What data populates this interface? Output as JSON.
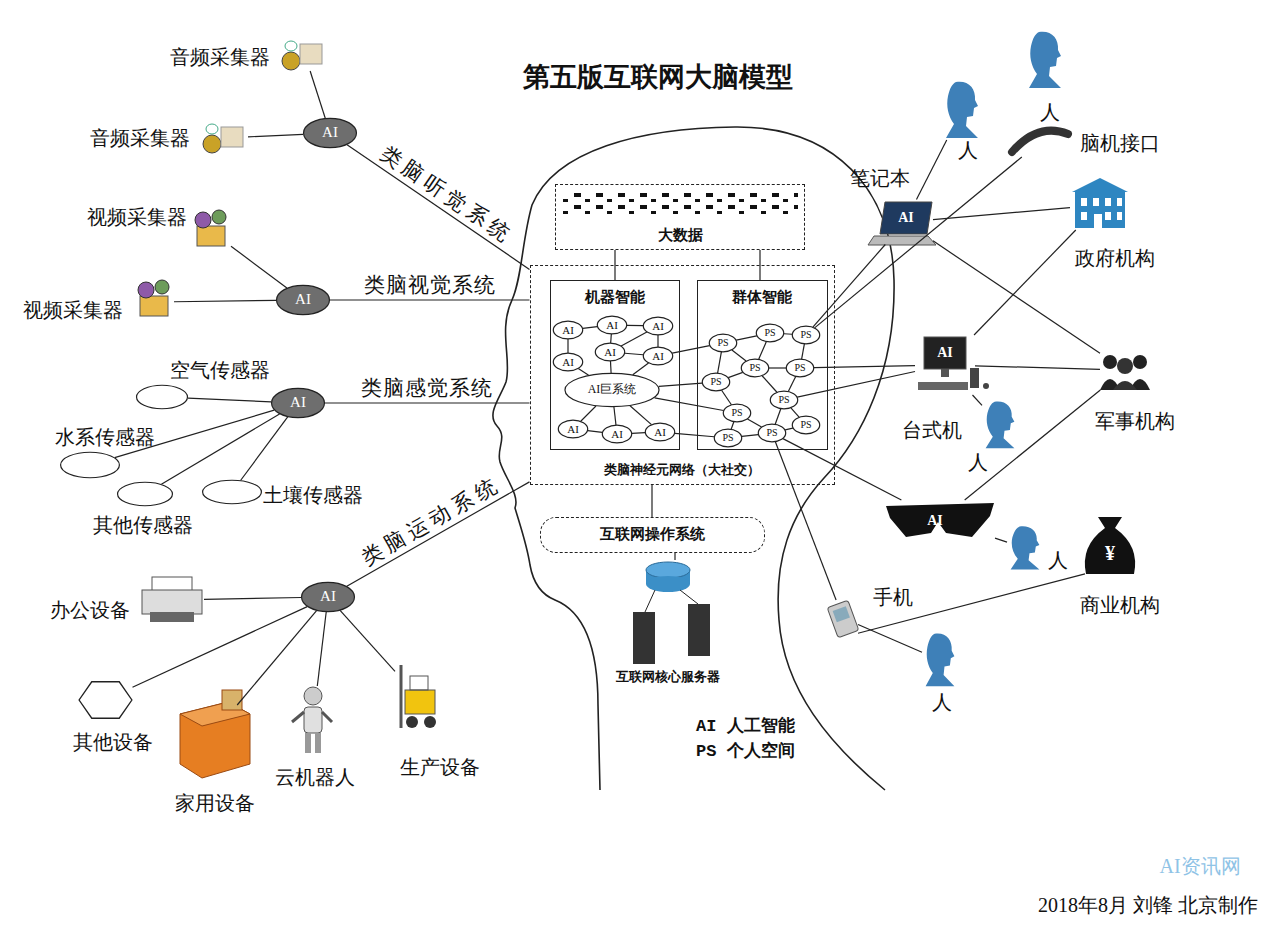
{
  "diagram": {
    "title": "第五版互联网大脑模型",
    "caption": "2018年8月 刘锋 北京制作",
    "nodes": [
      {
        "text": [
          "音频采集器"
        ]
      },
      {
        "text": [
          "音频采集器"
        ]
      },
      {
        "text": [
          "AI"
        ]
      },
      {
        "text": [
          "视频采集器"
        ]
      },
      {
        "text": [
          "视频采集器"
        ]
      },
      {
        "text": [
          "AI"
        ]
      },
      {
        "text": [
          "空气传感器"
        ]
      },
      {
        "text": [
          "水系传感器"
        ]
      },
      {
        "text": [
          "其他传感器"
        ]
      },
      {
        "text": [
          "土壤传感器"
        ]
      },
      {
        "text": [
          "AI"
        ]
      },
      {
        "text": [
          "办公设备"
        ]
      },
      {
        "text": [
          "其他设备"
        ]
      },
      {
        "text": [
          "家用设备"
        ]
      },
      {
        "text": [
          "云机器人"
        ]
      },
      {
        "text": [
          "生产设备"
        ]
      },
      {
        "text": [
          "AI"
        ]
      },
      {
        "text": [
          "大数据"
        ]
      },
      {
        "text": [
          "类脑神经元网络（大社交）"
        ]
      },
      {
        "text": [
          "机器智能"
        ],
        "in": 18
      },
      {
        "text": [
          "AI"
        ],
        "in": 19
      },
      {
        "text": [
          "AI"
        ],
        "in": 19
      },
      {
        "text": [
          "AI"
        ],
        "in": 19
      },
      {
        "text": [
          "AI"
        ],
        "in": 19
      },
      {
        "text": [
          "AI"
        ],
        "in": 19
      },
      {
        "text": [
          "AI"
        ],
        "in": 19
      },
      {
        "text": [
          "AI巨系统"
        ],
        "in": 19
      },
      {
        "text": [
          "AI"
        ],
        "in": 19
      },
      {
        "text": [
          "AI"
        ],
        "in": 19
      },
      {
        "text": [
          "AI"
        ],
        "in": 19
      },
      {
        "text": [
          "群体智能"
        ],
        "in": 18
      },
      {
        "text": [
          "PS"
        ],
        "in": 30
      },
      {
        "text": [
          "PS"
        ],
        "in": 30
      },
      {
        "text": [
          "PS"
        ],
        "in": 30
      },
      {
        "text": [
          "PS"
        ],
        "in": 30
      },
      {
        "text": [
          "PS"
        ],
        "in": 30
      },
      {
        "text": [
          "PS"
        ],
        "in": 30
      },
      {
        "text": [
          "PS"
        ],
        "in": 30
      },
      {
        "text": [
          "PS"
        ],
        "in": 30
      },
      {
        "text": [
          "PS"
        ],
        "in": 30
      },
      {
        "text": [
          "PS"
        ],
        "in": 30
      },
      {
        "text": [
          "PS"
        ],
        "in": 30
      },
      {
        "text": [
          "互联网操作系统"
        ]
      },
      {
        "text": [
          "互联网核心服务器"
        ]
      },
      {
        "text": [
          "笔记本",
          "AI"
        ]
      },
      {
        "text": [
          "人"
        ]
      },
      {
        "text": [
          "人"
        ]
      },
      {
        "text": [
          "脑机接口"
        ]
      },
      {
        "text": [
          "政府机构"
        ]
      },
      {
        "text": [
          "AI",
          "台式机"
        ]
      },
      {
        "text": [
          "人"
        ]
      },
      {
        "text": [
          "军事机构"
        ]
      },
      {
        "text": [
          "AI"
        ]
      },
      {
        "text": [
          "人"
        ]
      },
      {
        "text": [
          "¥",
          "商业机构"
        ]
      },
      {
        "text": [
          "手机"
        ]
      },
      {
        "text": [
          "人"
        ]
      }
    ],
    "edges": [
      {
        "from": 2,
        "to": 18,
        "arrow": "none",
        "label": "类脑听觉系统"
      },
      {
        "from": 5,
        "to": 18,
        "arrow": "none",
        "label": "类脑视觉系统"
      },
      {
        "from": 10,
        "to": 18,
        "arrow": "none",
        "label": "类脑感觉系统"
      },
      {
        "from": 16,
        "to": 18,
        "arrow": "none",
        "label": "类脑运动系统"
      },
      {
        "from": 17,
        "to": 19,
        "arrow": "none"
      },
      {
        "from": 17,
        "to": 30,
        "arrow": "none"
      },
      {
        "from": 18,
        "to": 42,
        "arrow": "none"
      },
      {
        "from": 42,
        "to": 43,
        "arrow": "none"
      },
      {
        "from": 55,
        "to": 54,
        "arrow": "none"
      },
      {
        "from": 0,
        "to": 2,
        "arrow": "none"
      },
      {
        "from": 1,
        "to": 2,
        "arrow": "none"
      },
      {
        "from": 3,
        "to": 5,
        "arrow": "none"
      },
      {
        "from": 4,
        "to": 5,
        "arrow": "none"
      },
      {
        "from": 6,
        "to": 10,
        "arrow": "none"
      },
      {
        "from": 7,
        "to": 10,
        "arrow": "none"
      },
      {
        "from": 8,
        "to": 10,
        "arrow": "none"
      },
      {
        "from": 9,
        "to": 10,
        "arrow": "none"
      },
      {
        "from": 11,
        "to": 16,
        "arrow": "none"
      },
      {
        "from": 12,
        "to": 16,
        "arrow": "none"
      },
      {
        "from": 13,
        "to": 16,
        "arrow": "none"
      },
      {
        "from": 14,
        "to": 16,
        "arrow": "none"
      },
      {
        "from": 15,
        "to": 16,
        "arrow": "none"
      },
      {
        "from": 20,
        "to": 21,
        "arrow": "none"
      },
      {
        "from": 21,
        "to": 22,
        "arrow": "none"
      },
      {
        "from": 20,
        "to": 23,
        "arrow": "none"
      },
      {
        "from": 21,
        "to": 24,
        "arrow": "none"
      },
      {
        "from": 22,
        "to": 25,
        "arrow": "none"
      },
      {
        "from": 24,
        "to": 25,
        "arrow": "none"
      },
      {
        "from": 22,
        "to": 24,
        "arrow": "none"
      },
      {
        "from": 23,
        "to": 26,
        "arrow": "none"
      },
      {
        "from": 24,
        "to": 26,
        "arrow": "none"
      },
      {
        "from": 25,
        "to": 26,
        "arrow": "none"
      },
      {
        "from": 26,
        "to": 27,
        "arrow": "none"
      },
      {
        "from": 26,
        "to": 28,
        "arrow": "none"
      },
      {
        "from": 26,
        "to": 29,
        "arrow": "none"
      },
      {
        "from": 27,
        "to": 28,
        "arrow": "none"
      },
      {
        "from": 28,
        "to": 29,
        "arrow": "none"
      },
      {
        "from": 31,
        "to": 32,
        "arrow": "none"
      },
      {
        "from": 32,
        "to": 33,
        "arrow": "none"
      },
      {
        "from": 31,
        "to": 34,
        "arrow": "none"
      },
      {
        "from": 32,
        "to": 34,
        "arrow": "none"
      },
      {
        "from": 34,
        "to": 35,
        "arrow": "none"
      },
      {
        "from": 33,
        "to": 35,
        "arrow": "none"
      },
      {
        "from": 31,
        "to": 36,
        "arrow": "none"
      },
      {
        "from": 36,
        "to": 34,
        "arrow": "none"
      },
      {
        "from": 36,
        "to": 38,
        "arrow": "none"
      },
      {
        "from": 34,
        "to": 37,
        "arrow": "none"
      },
      {
        "from": 35,
        "to": 37,
        "arrow": "none"
      },
      {
        "from": 37,
        "to": 39,
        "arrow": "none"
      },
      {
        "from": 37,
        "to": 40,
        "arrow": "none"
      },
      {
        "from": 38,
        "to": 40,
        "arrow": "none"
      },
      {
        "from": 38,
        "to": 41,
        "arrow": "none"
      },
      {
        "from": 40,
        "to": 41,
        "arrow": "none"
      },
      {
        "from": 39,
        "to": 40,
        "arrow": "none"
      },
      {
        "from": 25,
        "to": 31,
        "arrow": "none"
      },
      {
        "from": 26,
        "to": 36,
        "arrow": "none"
      },
      {
        "from": 26,
        "to": 38,
        "arrow": "none"
      },
      {
        "from": 29,
        "to": 41,
        "arrow": "none"
      },
      {
        "from": 33,
        "to": 44,
        "arrow": "none"
      },
      {
        "from": 33,
        "to": 47,
        "arrow": "none"
      },
      {
        "from": 35,
        "to": 49,
        "arrow": "none"
      },
      {
        "from": 37,
        "to": 49,
        "arrow": "none"
      },
      {
        "from": 40,
        "to": 52,
        "arrow": "none"
      },
      {
        "from": 40,
        "to": 55,
        "arrow": "none"
      },
      {
        "from": 44,
        "to": 45,
        "arrow": "none"
      },
      {
        "from": 44,
        "to": 48,
        "arrow": "none"
      },
      {
        "from": 44,
        "to": 51,
        "arrow": "none"
      },
      {
        "from": 49,
        "to": 48,
        "arrow": "none"
      },
      {
        "from": 49,
        "to": 51,
        "arrow": "none"
      },
      {
        "from": 49,
        "to": 50,
        "arrow": "none"
      },
      {
        "from": 52,
        "to": 51,
        "arrow": "none"
      },
      {
        "from": 52,
        "to": 53,
        "arrow": "none"
      },
      {
        "from": 55,
        "to": 56,
        "arrow": "none"
      }
    ],
    "labels": [
      "AI 人工智能",
      "PS 个人空间",
      "AI资讯网"
    ]
  }
}
